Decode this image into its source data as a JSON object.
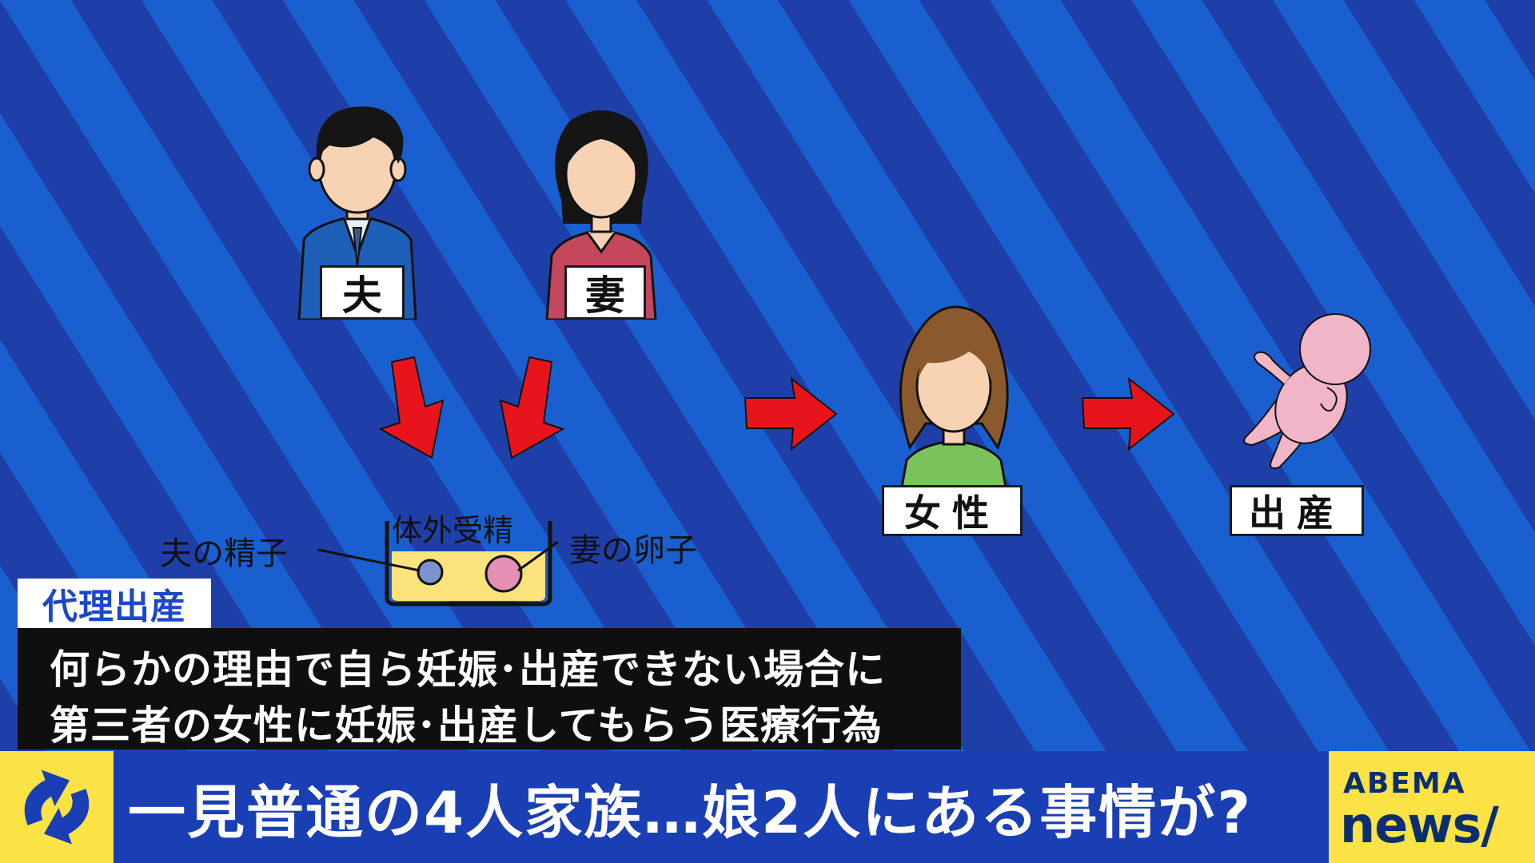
{
  "colors": {
    "stripe_dark": "#1f3fa8",
    "stripe_light": "#1a5fcf",
    "arrow_red": "#e8141c",
    "caption_blue": "#1d47c8",
    "bar_blue": "#1a3fb5",
    "logo_yellow": "#fbe245"
  },
  "diagram": {
    "husband_label": "夫",
    "wife_label": "妻",
    "ivf_label": "体外受精",
    "husband_sperm_label": "夫の精子",
    "wife_egg_label": "妻の卵子",
    "woman_label": "女性",
    "birth_label": "出産"
  },
  "caption": {
    "tag": "代理出産",
    "line1": "何らかの理由で自ら妊娠･出産できない場合に",
    "line2": "第三者の女性に妊娠･出産してもらう医療行為"
  },
  "bottom_bar": {
    "headline": "一見普通の4人家族…娘2人にある事情が?",
    "ticker_icon": "refresh-arrows-icon"
  },
  "logo": {
    "top": "ABEMA",
    "bottom": "news/"
  }
}
